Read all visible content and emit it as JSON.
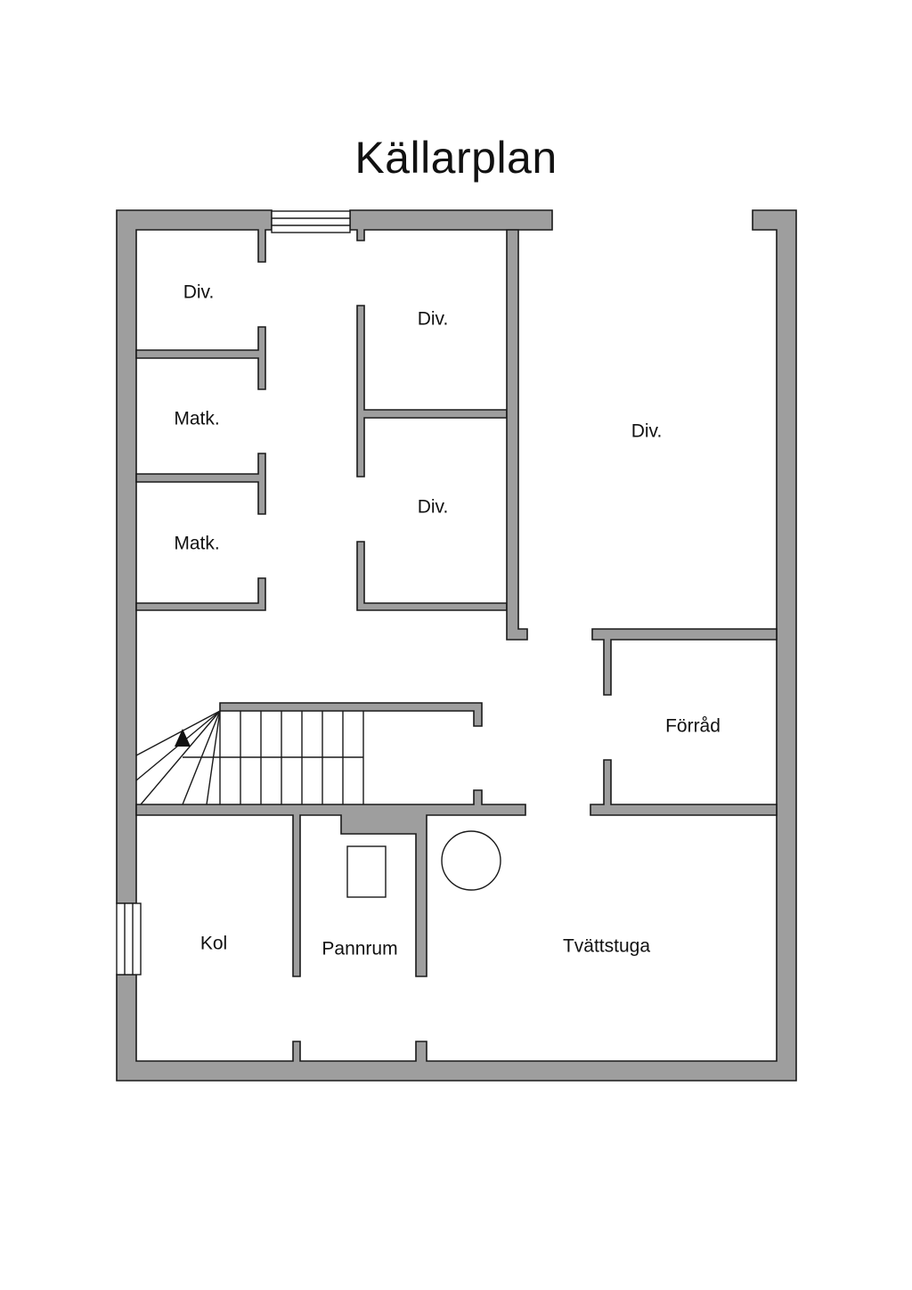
{
  "plan": {
    "title": "Källarplan",
    "rooms": {
      "div_top_left": "Div.",
      "matk_upper": "Matk.",
      "matk_lower": "Matk.",
      "div_center_upper": "Div.",
      "div_center_lower": "Div.",
      "div_large": "Div.",
      "forrad": "Förråd",
      "kol": "Kol",
      "pannrum": "Pannrum",
      "tvattstuga": "Tvättstuga"
    }
  }
}
